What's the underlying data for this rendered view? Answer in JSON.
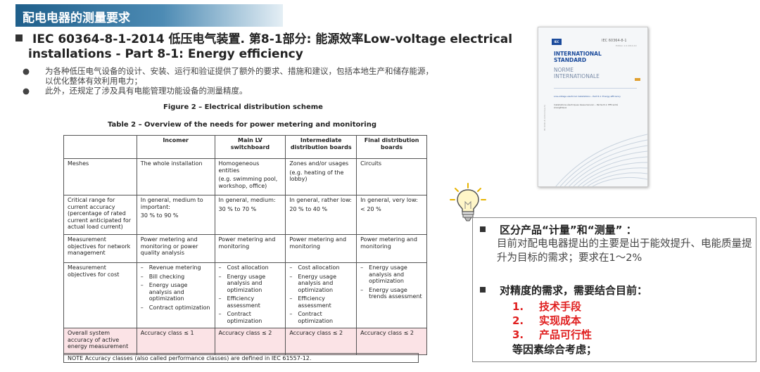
{
  "title": "配电电器的测量要求",
  "heading": {
    "line1": "IEC 60364-8-1-2014 低压电气装置. 第8-1部分: 能源效率Low-voltage electrical",
    "line2": "installations - Part 8-1: Energy efficiency"
  },
  "bullets": [
    {
      "line1": "为各种低压电气设备的设计、安装、运行和验证提供了额外的要求、措施和建议，包括本地生产和储存能源，",
      "line2": "以优化整体有效利用电力；"
    },
    {
      "line1": "此外，还规定了涉及具有电能管理功能设备的测量精度。",
      "line2": ""
    }
  ],
  "bullet_symbol": "●",
  "figure_caption": "Figure 2 – Electrical distribution scheme",
  "table_caption": "Table 2 – Overview of the needs for power metering and monitoring",
  "table": {
    "headers": [
      "",
      "Incomer",
      "Main LV switchboard",
      "Intermediate distribution boards",
      "Final distribution boards"
    ],
    "meshes": {
      "label": "Meshes",
      "incomer": "The whole installation",
      "main": "Homogeneous entities",
      "main_sub": "(e.g. swimming pool, workshop, office)",
      "inter": "Zones and/or usages",
      "inter_sub": "(e.g. heating of the lobby)",
      "final": "Circuits"
    },
    "critical": {
      "label": "Critical range for current accuracy (percentage of rated current anticipated for actual load current)",
      "incomer": "In general, medium to important:",
      "incomer_sub": "30 % to 90 %",
      "main": "In general, medium:",
      "main_sub": "30 % to 70 %",
      "inter": "In general, rather low:",
      "inter_sub": "20 % to 40 %",
      "final": "In general, very low:",
      "final_sub": "< 20 %"
    },
    "objectives": {
      "label": "Measurement objectives for network management",
      "incomer": "Power metering and monitoring or power quality analysis",
      "main": "Power metering and monitoring",
      "inter": "Power metering and monitoring",
      "final": "Power metering and monitoring"
    },
    "cost": {
      "label": "Measurement objectives for cost",
      "incomer": [
        "Revenue metering",
        "Bill checking",
        "Energy usage analysis and optimization",
        "Contract optimization"
      ],
      "main": [
        "Cost allocation",
        "Energy usage analysis and optimization",
        "Efficiency assessment",
        "Contract optimization"
      ],
      "inter": [
        "Cost allocation",
        "Energy usage analysis and optimization",
        "Efficiency assessment",
        "Contract optimization"
      ],
      "final": [
        "Energy usage analysis and optimization",
        "Energy usage trends assessment"
      ]
    },
    "accuracy": {
      "label": "Overall system accuracy of active energy measurement",
      "incomer": "Accuracy class ≤ 1",
      "main": "Accuracy class ≤ 2",
      "inter": "Accuracy class ≤ 2",
      "final": "Accuracy class ≤ 2"
    },
    "note": "NOTE   Accuracy classes (also called performance classes) are defined in IEC 61557-12."
  },
  "cover": {
    "logo": "IEC",
    "code": "IEC 60364-8-1",
    "edition": "Edition 1.0   2014-10",
    "standard": "INTERNATIONAL STANDARD",
    "norme": "NORME INTERNATIONALE",
    "title_en": "Low-voltage electrical installations – Part 8-1: Energy efficiency",
    "title_fr": "Installations électriques basse tension – Partie 8-1: Efficacité énergétique",
    "side": "IEC 60364-8-1:2014-10(en-fr)"
  },
  "box": {
    "line1": "区分产品“计量”和“测量” ：",
    "line2": "目前对配电电器提出的主要是出于能效提升、电能质量提升为目标的需求；要求在1～2%",
    "line4": "对精度的需求，需要结合目前：",
    "items": [
      {
        "num": "1.",
        "text": "技术手段"
      },
      {
        "num": "2.",
        "text": "实现成本"
      },
      {
        "num": "3.",
        "text": "产品可行性"
      }
    ],
    "last": "等因素综合考虑；"
  },
  "colors": {
    "title_bar": "#1f5f8b",
    "highlight_row": "#fbe3e6",
    "red_text": "#e02020",
    "iec_blue": "#1a4a9b"
  },
  "icons": [
    "lightbulb-icon",
    "square-bullet-icon"
  ]
}
